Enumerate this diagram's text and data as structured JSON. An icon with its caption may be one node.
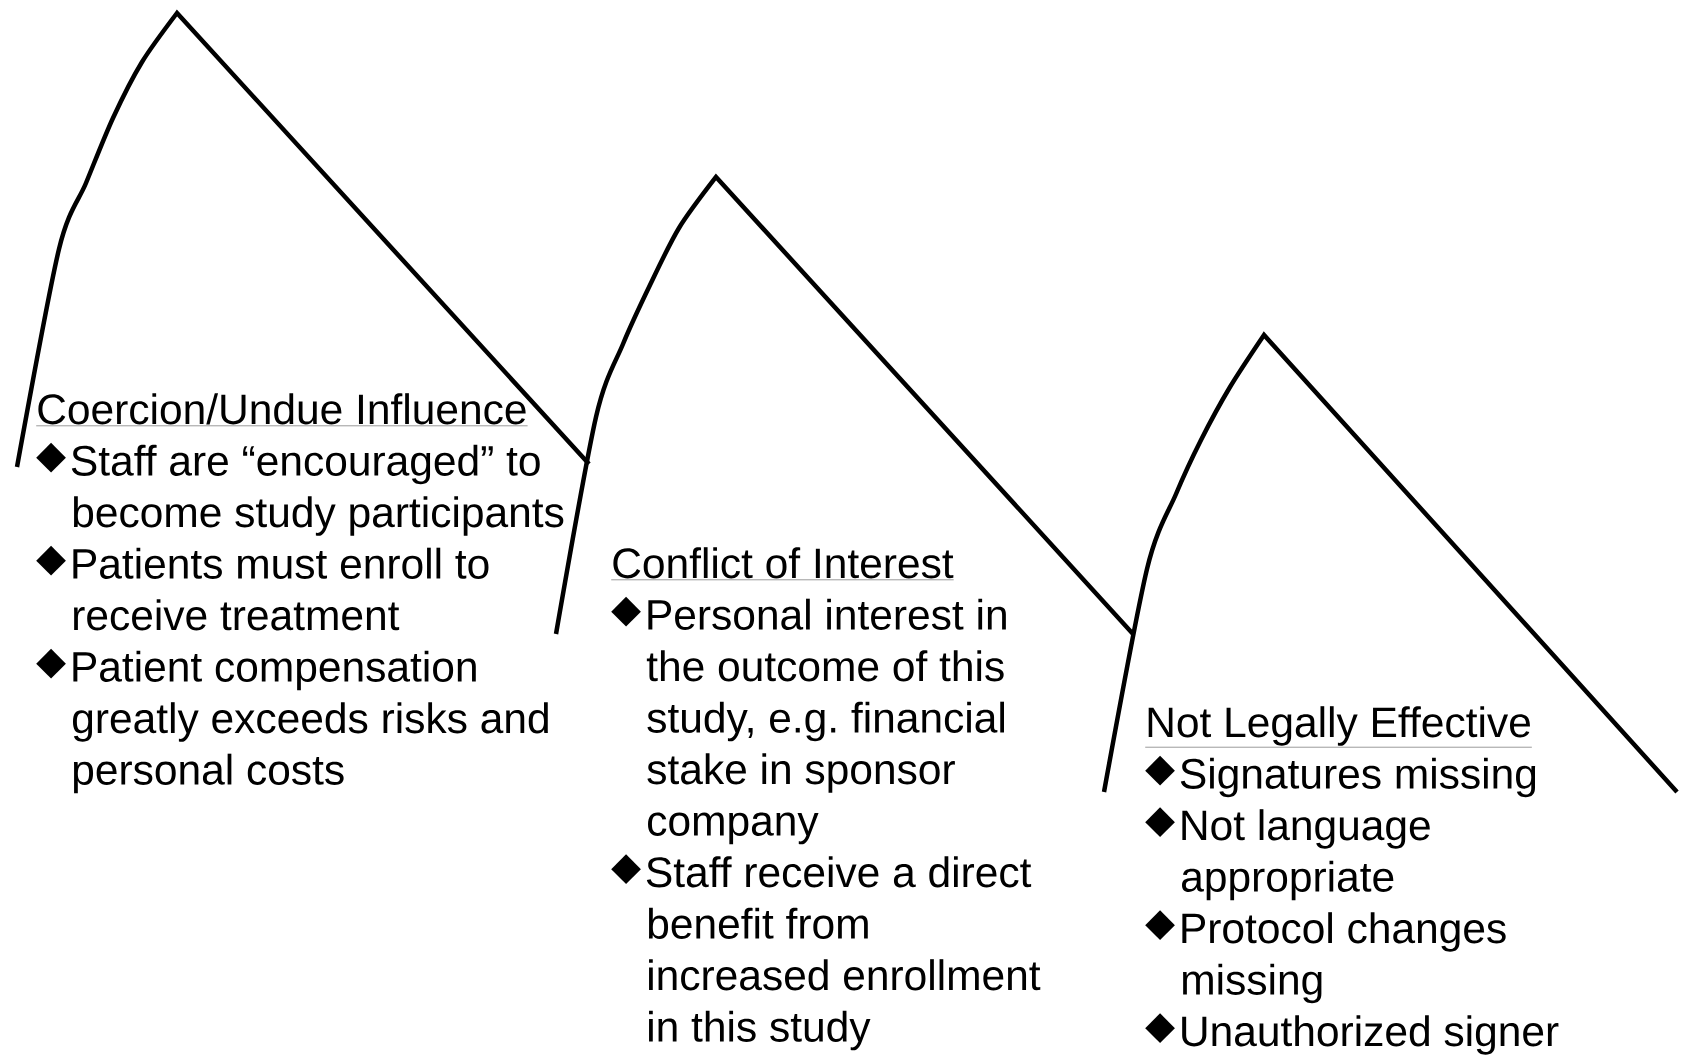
{
  "diagram": {
    "nodes": [
      {
        "text": [
          "Coercion/Undue Influence",
          "Staff are “encouraged” to become study participants",
          "Patients must enroll to receive treatment",
          "Patient compensation greatly exceeds risks and personal costs"
        ]
      },
      {
        "text": [
          "Conflict of Interest",
          "Personal interest in the outcome of this study, e.g. financial stake in sponsor company",
          "Staff receive a direct benefit from increased enrollment in this study"
        ]
      },
      {
        "text": [
          "Not Legally Effective",
          "Signatures missing",
          "Not language appropriate",
          "Protocol changes missing",
          "Unauthorized signer"
        ]
      }
    ]
  }
}
